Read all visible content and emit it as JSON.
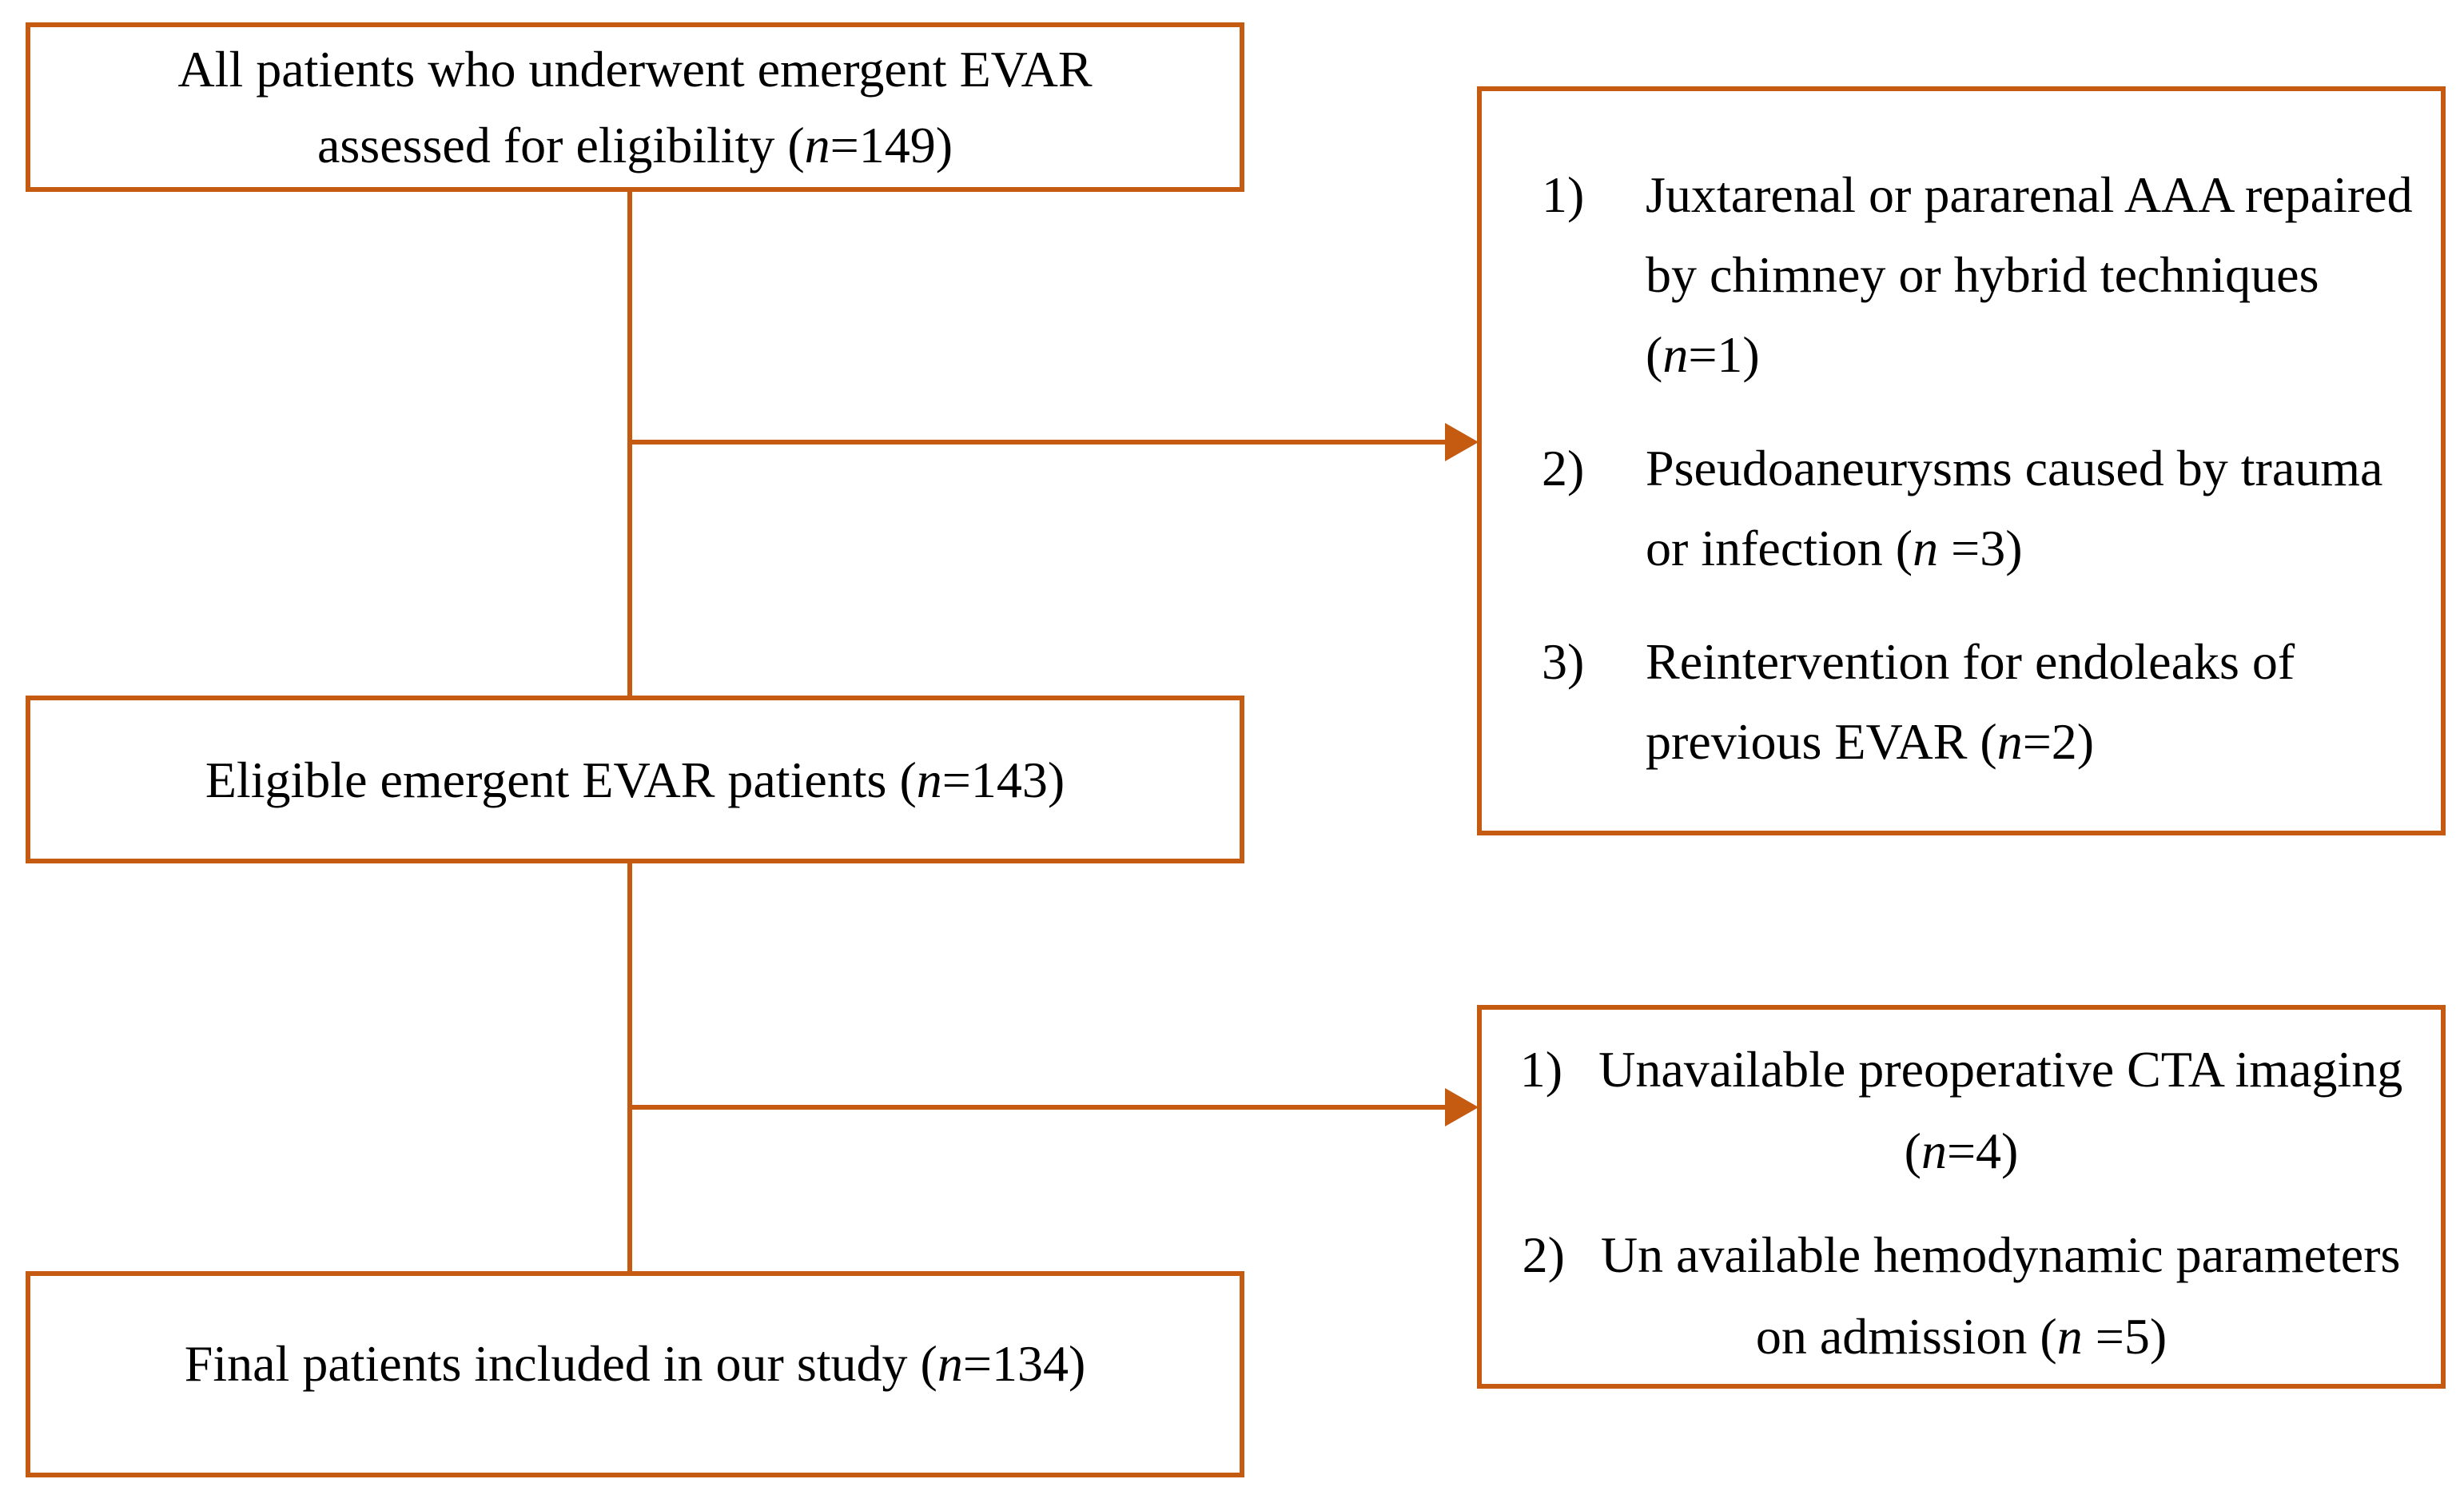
{
  "palette": {
    "accent_orange": "#C55A11",
    "text_black": "#000000",
    "background": "#FFFFFF"
  },
  "symbols": {
    "n": "n"
  },
  "flow_boxes": {
    "assessed": {
      "line1": "All patients who underwent emergent EVAR",
      "line2_pre": "assessed for eligibility (",
      "line2_post": "=149)",
      "count": 149
    },
    "eligible": {
      "pre": "Eligible emergent EVAR patients (",
      "post": "=143)",
      "count": 143
    },
    "final": {
      "pre": "Final patients included in our study (",
      "post": "=134)",
      "count": 134
    }
  },
  "exclusion_box_1": {
    "items": [
      {
        "num": "1)",
        "pre": "Juxtarenal or pararenal AAA repaired by chimney or hybrid techniques (",
        "post": "=1)",
        "count": 1
      },
      {
        "num": "2)",
        "pre": "Pseudoaneurysms caused by trauma or infection (",
        "post": " =3)",
        "count": 3
      },
      {
        "num": "3)",
        "pre": "Reintervention for endoleaks of previous EVAR (",
        "post": "=2)",
        "count": 2
      }
    ]
  },
  "exclusion_box_2": {
    "items": [
      {
        "num": "1)",
        "pre": "Unavailable preoperative CTA imaging (",
        "post": "=4)",
        "count": 4
      },
      {
        "num": "2)",
        "pre": "Un available hemodynamic parameters on admission (",
        "post": " =5)",
        "count": 5
      }
    ]
  }
}
